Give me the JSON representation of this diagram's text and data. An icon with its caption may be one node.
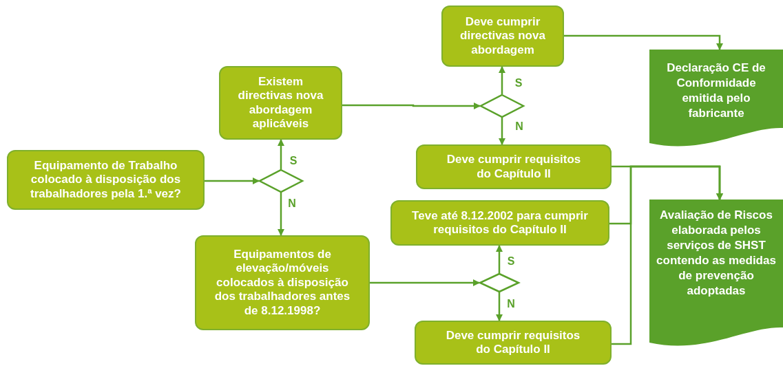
{
  "diagram": {
    "nodes": [
      {
        "text": [
          "Equipamento de Trabalho colocado à disposição dos trabalhadores pela 1.ª vez?"
        ]
      },
      {
        "text": [],
        "shape": "diamond"
      },
      {
        "text": [
          "Existem directivas nova abordagem aplicáveis"
        ]
      },
      {
        "text": [
          "Equipamentos de elevação/móveis colocados à disposição dos trabalhadores antes de 8.12.1998?"
        ]
      },
      {
        "text": [],
        "shape": "diamond"
      },
      {
        "text": [
          "Deve cumprir directivas nova abordagem"
        ]
      },
      {
        "text": [
          "Deve cumprir requisitos do Capítulo II"
        ]
      },
      {
        "text": [
          "Declaração CE de Conformidade emitida pelo fabricante"
        ]
      },
      {
        "text": [],
        "shape": "diamond"
      },
      {
        "text": [
          "Teve até 8.12.2002 para cumprir requisitos do Capítulo II"
        ]
      },
      {
        "text": [
          "Deve cumprir requisitos do Capítulo II"
        ]
      },
      {
        "text": [
          "Avaliação de Riscos elaborada pelos serviços de SHST contendo as medidas de prevenção adoptadas"
        ]
      }
    ],
    "edges": [
      {
        "from": 0,
        "to": 1,
        "arrow": "to"
      },
      {
        "from": 1,
        "to": 2,
        "arrow": "to",
        "label": "S"
      },
      {
        "from": 1,
        "to": 3,
        "arrow": "to",
        "label": "N"
      },
      {
        "from": 2,
        "to": 4,
        "arrow": "to"
      },
      {
        "from": 4,
        "to": 5,
        "arrow": "to",
        "label": "S"
      },
      {
        "from": 4,
        "to": 6,
        "arrow": "to",
        "label": "N"
      },
      {
        "from": 3,
        "to": 8,
        "arrow": "to"
      },
      {
        "from": 8,
        "to": 9,
        "arrow": "to",
        "label": "S"
      },
      {
        "from": 8,
        "to": 10,
        "arrow": "to",
        "label": "N"
      },
      {
        "from": 5,
        "to": 7,
        "arrow": "to"
      },
      {
        "from": 6,
        "to": 11,
        "arrow": "to"
      },
      {
        "from": 9,
        "to": 11,
        "arrow": "to"
      },
      {
        "from": 10,
        "to": 11,
        "arrow": "to"
      }
    ]
  }
}
